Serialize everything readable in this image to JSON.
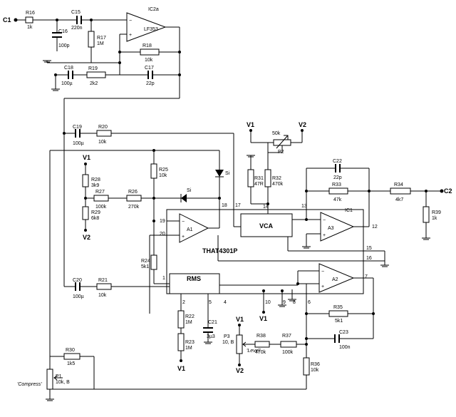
{
  "ports": {
    "in": "C1",
    "out": "C2"
  },
  "ics": {
    "ic2a": "IC2a",
    "ic2a_type": "LF353",
    "ic1": "IC1",
    "ic1_type": "THAT4301P",
    "a1": "A1",
    "a2": "A2",
    "a3": "A3",
    "vca": "VCA",
    "rms": "RMS"
  },
  "pins": {
    "p19": "19",
    "p20": "20",
    "p18": "18",
    "p17": "17",
    "p14": "14",
    "p13": "13",
    "p12": "12",
    "p15": "15",
    "p16": "16",
    "p1": "1",
    "p2": "2",
    "p5": "5",
    "p4": "4",
    "p10": "10",
    "p9": "9",
    "p8": "8",
    "p6": "6",
    "p7": "7"
  },
  "rails": {
    "v1": "V1",
    "v2": "V2"
  },
  "diode": {
    "label": "Si"
  },
  "components": {
    "R16": {
      "name": "R16",
      "value": "1k"
    },
    "C15": {
      "name": "C15",
      "value": "220n"
    },
    "C16": {
      "name": "C16",
      "value": "100p"
    },
    "R17": {
      "name": "R17",
      "value": "1M"
    },
    "R18": {
      "name": "R18",
      "value": "10k"
    },
    "C18": {
      "name": "C18",
      "value": "100µ"
    },
    "R19": {
      "name": "R19",
      "value": "2k2"
    },
    "C17": {
      "name": "C17",
      "value": "22p"
    },
    "C19": {
      "name": "C19",
      "value": "100µ"
    },
    "R20": {
      "name": "R20",
      "value": "10k"
    },
    "P2": {
      "name": "P2",
      "value": "50k"
    },
    "R31": {
      "name": "R31",
      "value": "47R"
    },
    "R32": {
      "name": "R32",
      "value": "470k"
    },
    "R25": {
      "name": "R25",
      "value": "10k"
    },
    "R28": {
      "name": "R28",
      "value": "3k9"
    },
    "R27": {
      "name": "R27",
      "value": "100k"
    },
    "R26": {
      "name": "R26",
      "value": "270k"
    },
    "R29": {
      "name": "R29",
      "value": "6k8"
    },
    "C22": {
      "name": "C22",
      "value": "22p"
    },
    "R33": {
      "name": "R33",
      "value": "47k"
    },
    "R34": {
      "name": "R34",
      "value": "4k7"
    },
    "R39": {
      "name": "R39",
      "value": "1k"
    },
    "R24": {
      "name": "R24",
      "value": "5k1"
    },
    "C20": {
      "name": "C20",
      "value": "100µ"
    },
    "R21": {
      "name": "R21",
      "value": "10k"
    },
    "R22": {
      "name": "R22",
      "value": "1M"
    },
    "C21": {
      "name": "C21",
      "value": "3µ3"
    },
    "R23": {
      "name": "R23",
      "value": "1M"
    },
    "R35": {
      "name": "R35",
      "value": "5k1"
    },
    "P3": {
      "name": "P3",
      "value": "10, B"
    },
    "R38": {
      "name": "R38",
      "value": "470k"
    },
    "R37": {
      "name": "R37",
      "value": "100k"
    },
    "C23": {
      "name": "C23",
      "value": "100n"
    },
    "R30": {
      "name": "R30",
      "value": "1k5"
    },
    "P1": {
      "name": "P1",
      "value": "10k, B"
    },
    "R36": {
      "name": "R36",
      "value": "10k"
    }
  },
  "controls": {
    "compress": "'Compress'",
    "level": "'Level'"
  }
}
